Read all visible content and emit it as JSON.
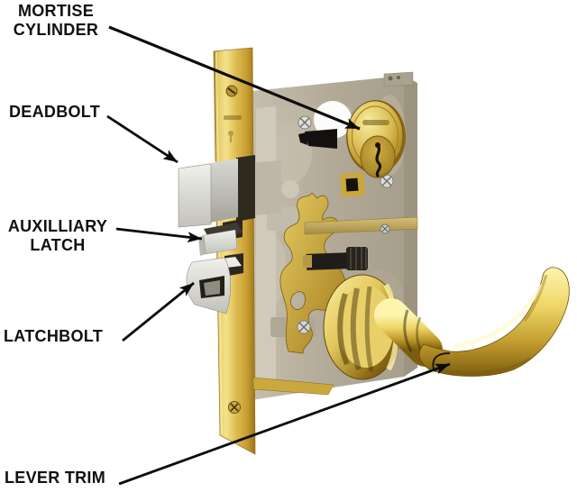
{
  "diagram": {
    "subject": "mortise lock cutaway",
    "background_color": "#ffffff",
    "labels": [
      {
        "id": "mortise-cylinder",
        "text": "MORTISE CYLINDER",
        "points_to": "mortise-cylinder-part"
      },
      {
        "id": "deadbolt",
        "text": "DEADBOLT",
        "points_to": "deadbolt-part"
      },
      {
        "id": "auxilliary-latch",
        "text": "AUXILLIARY LATCH",
        "points_to": "auxiliary-latch-part"
      },
      {
        "id": "latchbolt",
        "text": "LATCHBOLT",
        "points_to": "latchbolt-part"
      },
      {
        "id": "lever-trim",
        "text": "LEVER TRIM",
        "points_to": "lever-handle"
      }
    ],
    "colors": {
      "label_text": "#101010",
      "arrow": "#0c0c0c",
      "brass_light": "#f3e189",
      "brass_mid": "#ddbb50",
      "brass_dark": "#8a6812",
      "steel_light": "#f0f0ec",
      "steel_dark": "#a8a8a0",
      "case_body": "#b3aa98",
      "keyhole": "#1a1205"
    }
  }
}
